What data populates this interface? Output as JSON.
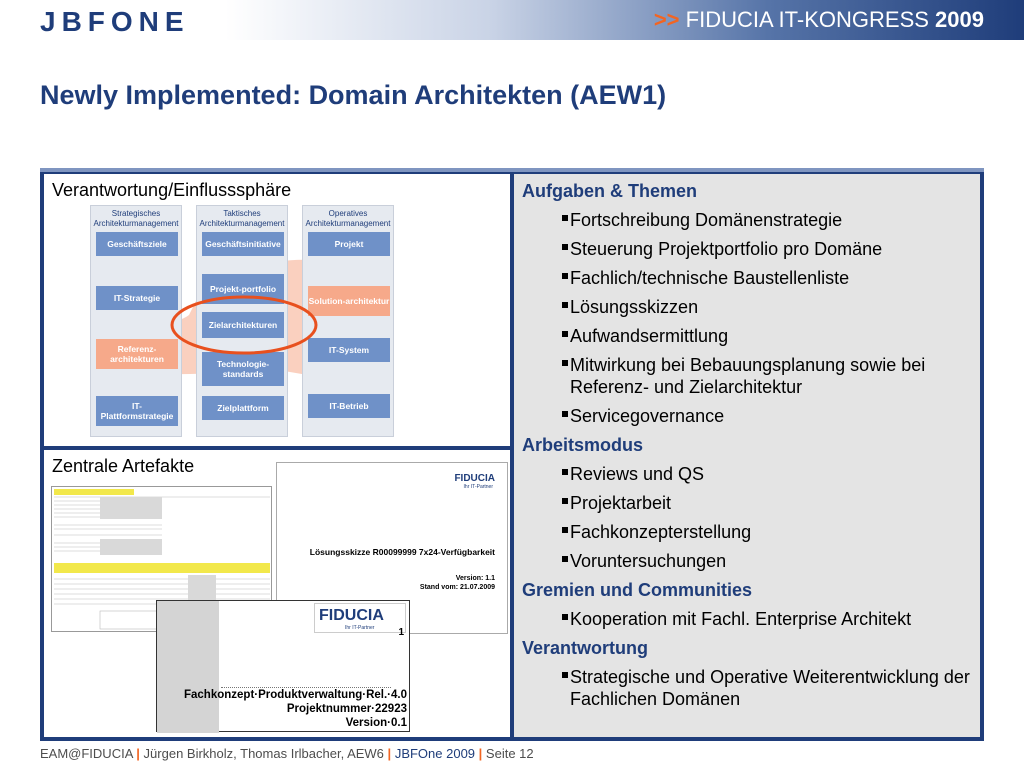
{
  "header": {
    "logo": "JBFONE",
    "congress_prefix": ">>",
    "congress_text": "FIDUCIA IT-KONGRESS",
    "congress_year": "2009"
  },
  "title": "Newly Implemented: Domain Architekten (AEW1)",
  "left": {
    "top_label": "Verantwortung/Einflusssphäre",
    "bottom_label": "Zentrale Artefakte",
    "diagram": {
      "columns": [
        {
          "title": "Strategisches Architekturmanagement",
          "blocks": [
            "Geschäftsziele",
            "IT-Strategie",
            "Referenz-architekturen",
            "IT-Plattformstrategie"
          ]
        },
        {
          "title": "Taktisches Architekturmanagement",
          "blocks": [
            "Geschäftsinitiative",
            "Projekt-portfolio",
            "Zielarchitekturen",
            "Technologie-standards",
            "Zielplattform"
          ]
        },
        {
          "title": "Operatives Architekturmanagement",
          "blocks": [
            "Projekt",
            "Solution-architektur",
            "IT-System",
            "IT-Betrieb"
          ]
        }
      ]
    },
    "artefacts": {
      "doc2_logo": "FIDUCIA",
      "doc2_sub": "Ihr IT-Partner",
      "doc2_title": "Lösungsskizze R00099999 7x24-Verfügbarkeit",
      "doc2_version": "Version: 1.1",
      "doc2_date": "Stand vom: 21.07.2009",
      "doc3_logo": "FIDUCIA",
      "doc3_sub": "Ihr IT-Partner",
      "doc3_num": "1",
      "doc3_line1": "Fachkonzept·Produktverwaltung·Rel.·4.0",
      "doc3_line2": "Projektnummer·22923",
      "doc3_line3": "Version·0.1"
    }
  },
  "right": {
    "sections": [
      {
        "heading": "Aufgaben & Themen",
        "items": [
          "Fortschreibung Domänenstrategie",
          "Steuerung Projektportfolio pro Domäne",
          "Fachlich/technische Baustellenliste",
          "Lösungsskizzen",
          "Aufwandsermittlung",
          "Mitwirkung bei Bebauungsplanung sowie bei Referenz- und Zielarchitektur",
          "Servicegovernance"
        ]
      },
      {
        "heading": "Arbeitsmodus",
        "items": [
          "Reviews und QS",
          "Projektarbeit",
          "Fachkonzepterstellung",
          "Voruntersuchungen"
        ]
      },
      {
        "heading": "Gremien und Communities",
        "items": [
          "Kooperation mit Fachl. Enterprise Architekt"
        ]
      },
      {
        "heading": "Verantwortung",
        "items": [
          "Strategische und Operative Weiterentwicklung der Fachlichen Domänen"
        ]
      }
    ]
  },
  "footer": {
    "part1": "EAM@FIDUCIA",
    "sep": "|",
    "part2": "Jürgen Birkholz, Thomas Irlbacher, AEW6",
    "part3": "JBFOne 2009",
    "part4": "Seite 12"
  },
  "colors": {
    "brand_blue": "#1f3d7a",
    "accent_orange": "#f26522",
    "block_blue": "#6f91c8"
  }
}
